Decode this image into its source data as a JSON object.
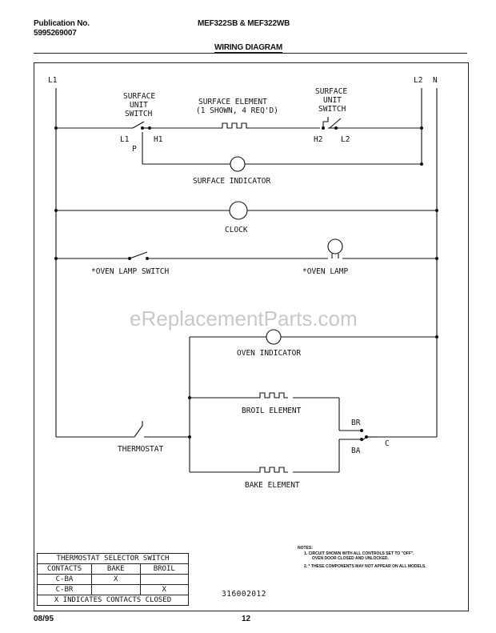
{
  "header": {
    "publication_label": "Publication No.",
    "publication_number": "5995269007",
    "models": "MEF322SB & MEF322WB",
    "title": "WIRING DIAGRAM"
  },
  "lines": {
    "l1": "L1",
    "l2": "L2",
    "n": "N"
  },
  "components": {
    "surface_switch_label": [
      "SURFACE",
      "UNIT",
      "SWITCH"
    ],
    "surface_switch_left_label": [
      "SURFACE",
      "UNIT",
      "SWITCH"
    ],
    "surface_element": [
      "SURFACE ELEMENT",
      "(1 SHOWN, 4 REQ'D)"
    ],
    "terminals": {
      "l1": "L1",
      "p": "P",
      "h1": "H1",
      "h2": "H2",
      "l2": "L2"
    },
    "surface_indicator": "SURFACE INDICATOR",
    "clock": "CLOCK",
    "oven_lamp_switch": "*OVEN LAMP SWITCH",
    "oven_lamp": "*OVEN LAMP",
    "oven_indicator": "OVEN INDICATOR",
    "broil_element": "BROIL ELEMENT",
    "bake_element": "BAKE ELEMENT",
    "thermostat": "THERMOSTAT",
    "br": "BR",
    "ba": "BA",
    "c": "C"
  },
  "watermark": "eReplacementParts.com",
  "notes": {
    "title": "NOTES:",
    "note1": "1. CIRCUIT SHOWN WITH ALL CONTROLS SET TO \"OFF\".",
    "note1b": "OVEN DOOR CLOSED AND UNLOCKED.",
    "note2": "2. * THESE COMPONENTS MAY NOT APPEAR ON ALL MODELS."
  },
  "selector_table": {
    "title": "THERMOSTAT SELECTOR SWITCH",
    "headers": [
      "CONTACTS",
      "BAKE",
      "BROIL"
    ],
    "rows": [
      [
        "C-BA",
        "X",
        ""
      ],
      [
        "C-BR",
        "",
        "X"
      ]
    ],
    "footnote": "X INDICATES CONTACTS CLOSED"
  },
  "document_number": "316002012",
  "footer": {
    "date": "08/95",
    "page": "12"
  }
}
